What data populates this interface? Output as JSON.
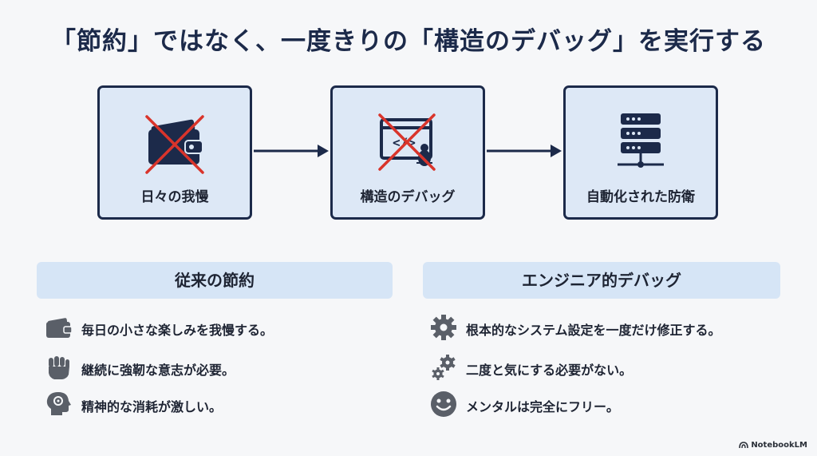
{
  "title": "「節約」ではなく、一度きりの「構造のデバッグ」を実行する",
  "flow": [
    {
      "label": "日々の我慢",
      "icon": "wallet-crossed-icon"
    },
    {
      "label": "構造のデバッグ",
      "icon": "debug-window-crossed-icon"
    },
    {
      "label": "自動化された防衛",
      "icon": "server-stack-icon"
    }
  ],
  "left_panel": {
    "heading": "従来の節約",
    "items": [
      {
        "text": "毎日の小さな楽しみを我慢する。",
        "icon": "wallet-icon"
      },
      {
        "text": "継続に強靭な意志が必要。",
        "icon": "fist-icon"
      },
      {
        "text": "精神的な消耗が激しい。",
        "icon": "head-gears-icon"
      }
    ]
  },
  "right_panel": {
    "heading": "エンジニア的デバッグ",
    "items": [
      {
        "text": "根本的なシステム設定を一度だけ修正する。",
        "icon": "gear-icon"
      },
      {
        "text": "二度と気にする必要がない。",
        "icon": "gears-icon"
      },
      {
        "text": "メンタルは完全にフリー。",
        "icon": "smiley-icon"
      }
    ]
  },
  "brand": "NotebookLM",
  "colors": {
    "navy": "#1c2a4a",
    "box_fill": "#dde8f6",
    "cross_red": "#d9342b",
    "icon_gray": "#5a5f68"
  }
}
